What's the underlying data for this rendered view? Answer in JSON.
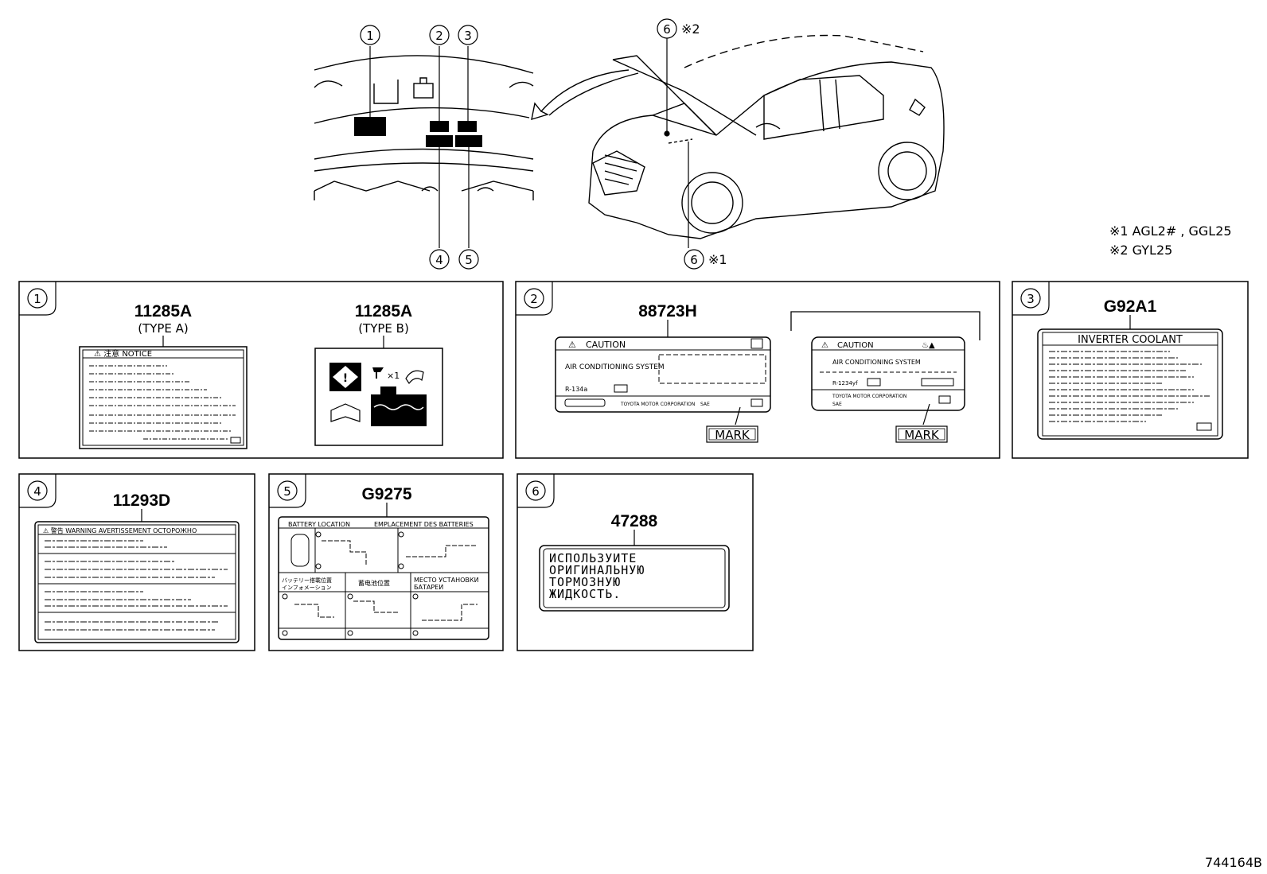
{
  "callouts": {
    "c1": "1",
    "c2": "2",
    "c3": "3",
    "c4": "4",
    "c5": "5",
    "c6": "6"
  },
  "notes": {
    "mark_top": "※2",
    "mark_bottom": "※1",
    "note1": "※1  AGL2# , GGL25",
    "note2": "※2  GYL25"
  },
  "panels": {
    "p1": {
      "index": "1",
      "type_a": {
        "part": "11285A",
        "type": "(TYPE  A)",
        "header": "⚠ 注意  NOTICE"
      },
      "type_b": {
        "part": "11285A",
        "type": "(TYPE  B)",
        "icon_text": "×1"
      }
    },
    "p2": {
      "index": "2",
      "left": {
        "part": "88723H",
        "caution": "CAUTION",
        "system": "AIR CONDITIONING SYSTEM",
        "refrigerant": "R-134a",
        "maker": "TOYOTA MOTOR CORPORATION",
        "sae": "SAE",
        "mark": "MARK"
      },
      "right": {
        "caution": "CAUTION",
        "system": "AIR CONDITIONING SYSTEM",
        "refrigerant": "R-1234yf",
        "maker": "TOYOTA MOTOR CORPORATION",
        "sae": "SAE",
        "mark": "MARK"
      }
    },
    "p3": {
      "index": "3",
      "part": "G92A1",
      "title": "INVERTER COOLANT"
    },
    "p4": {
      "index": "4",
      "part": "11293D",
      "header": "⚠ 警告  WARNING  AVERTISSEMENT  ОСТОРОЖНО"
    },
    "p5": {
      "index": "5",
      "part": "G9275",
      "head_left": "BATTERY LOCATION",
      "head_right": "EMPLACEMENT DES BATTERIES",
      "jp1": "バッテリー搭載位置",
      "jp2": "インフォメーション",
      "cn": "蓄电池位置",
      "ru1": "МЕСТО УСТАНОВКИ",
      "ru2": "БАТАРЕИ"
    },
    "p6": {
      "index": "6",
      "part": "47288",
      "lines": [
        "ИСПОЛЬЗУИТЕ",
        "ОРИГИНАЛЬНУЮ",
        "ТОРМОЗНУЮ",
        "ЖИДКОСТЬ."
      ]
    }
  },
  "figure_id": "744164B"
}
